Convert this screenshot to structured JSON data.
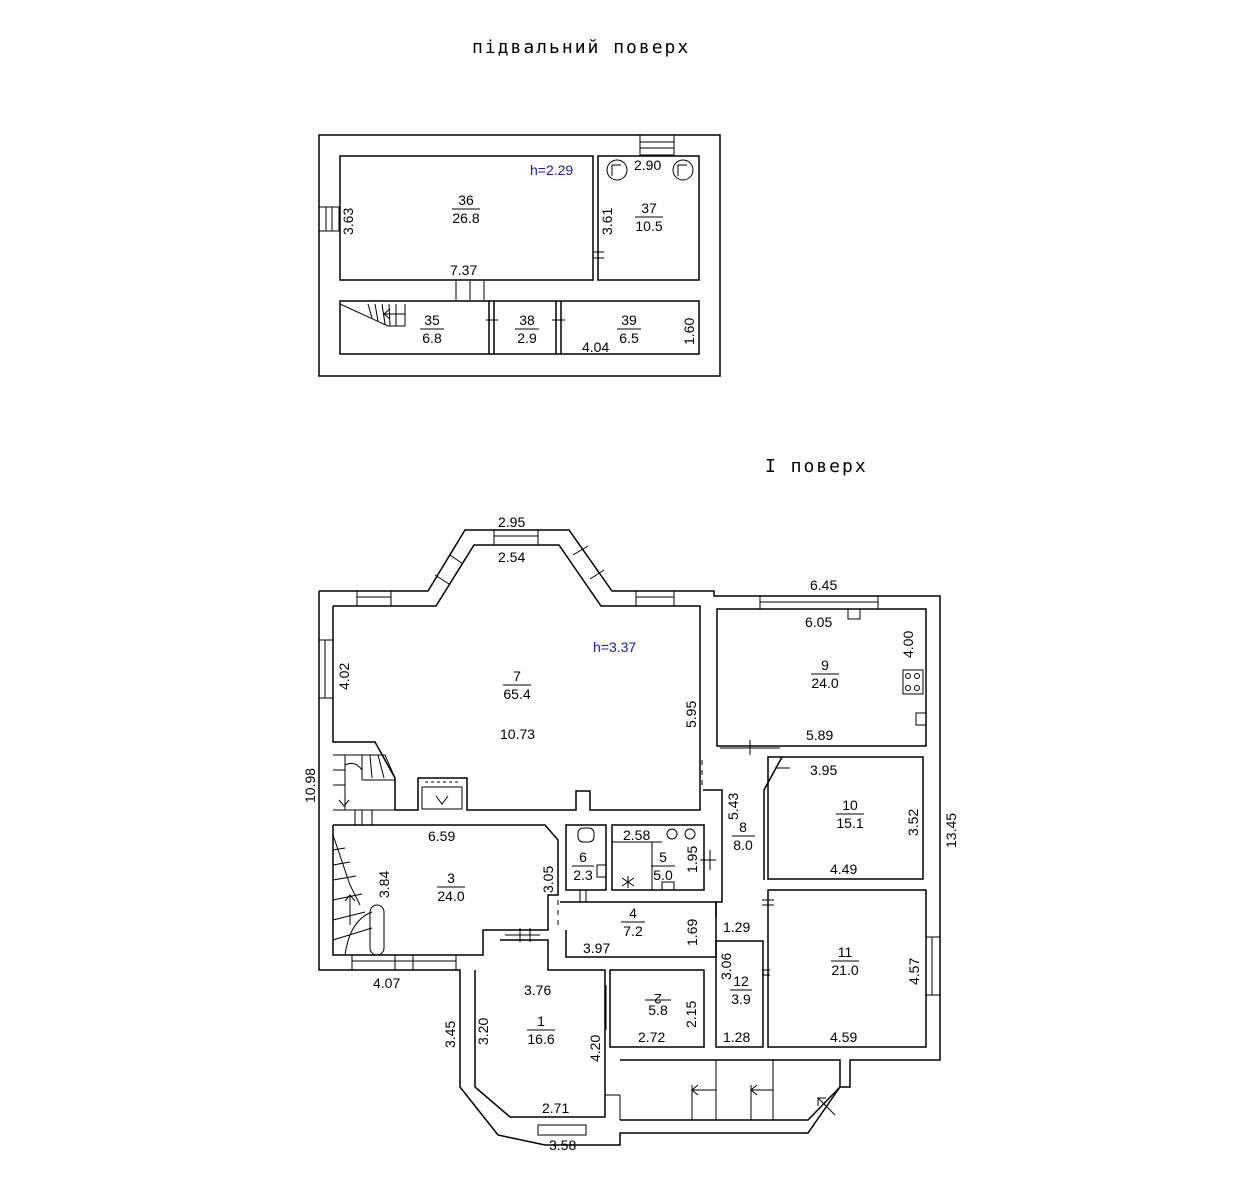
{
  "titles": {
    "basement": "підвальний поверх",
    "first": "І поверх"
  },
  "heights": {
    "basement": "h=2.29",
    "first": "h=3.37"
  },
  "rooms": [
    {
      "num": "36",
      "area": "26.8"
    },
    {
      "num": "37",
      "area": "10.5"
    },
    {
      "num": "35",
      "area": "6.8"
    },
    {
      "num": "38",
      "area": "2.9"
    },
    {
      "num": "39",
      "area": "6.5"
    },
    {
      "num": "7",
      "area": "65.4"
    },
    {
      "num": "9",
      "area": "24.0"
    },
    {
      "num": "10",
      "area": "15.1"
    },
    {
      "num": "8",
      "area": "8.0"
    },
    {
      "num": "6",
      "area": "2.3"
    },
    {
      "num": "5",
      "area": "5.0"
    },
    {
      "num": "3",
      "area": "24.0"
    },
    {
      "num": "4",
      "area": "7.2"
    },
    {
      "num": "11",
      "area": "21.0"
    },
    {
      "num": "12",
      "area": "3.9"
    },
    {
      "num": "1",
      "area": "16.6"
    },
    {
      "num": "2",
      "area": "5.8"
    }
  ],
  "dims": {
    "b_290": "2.90",
    "b_363": "3.63",
    "b_361": "3.61",
    "b_737": "7.37",
    "b_404": "4.04",
    "b_160": "1.60",
    "f_295": "2.95",
    "f_254": "2.54",
    "f_645": "6.45",
    "f_605": "6.05",
    "f_400": "4.00",
    "f_589": "5.89",
    "f_402": "4.02",
    "f_1073": "10.73",
    "f_595": "5.95",
    "f_1098": "10.98",
    "f_1345": "13.45",
    "f_395": "3.95",
    "f_352": "3.52",
    "f_449": "4.49",
    "f_543": "5.43",
    "f_659": "6.59",
    "f_258": "2.58",
    "f_195": "1.95",
    "f_384": "3.84",
    "f_305": "3.05",
    "f_169": "1.69",
    "f_397": "3.97",
    "f_129": "1.29",
    "f_306": "3.06",
    "f_457": "4.57",
    "f_459": "4.59",
    "f_128": "1.28",
    "f_407": "4.07",
    "f_376": "3.76",
    "f_320": "3.20",
    "f_345": "3.45",
    "f_420": "4.20",
    "f_215": "2.15",
    "f_272": "2.72",
    "f_271": "2.71",
    "f_358": "3.58"
  },
  "icons": [
    "boiler-icon",
    "stove-icon",
    "toilet-icon",
    "sink-icon",
    "window-icon",
    "stair-icon"
  ]
}
